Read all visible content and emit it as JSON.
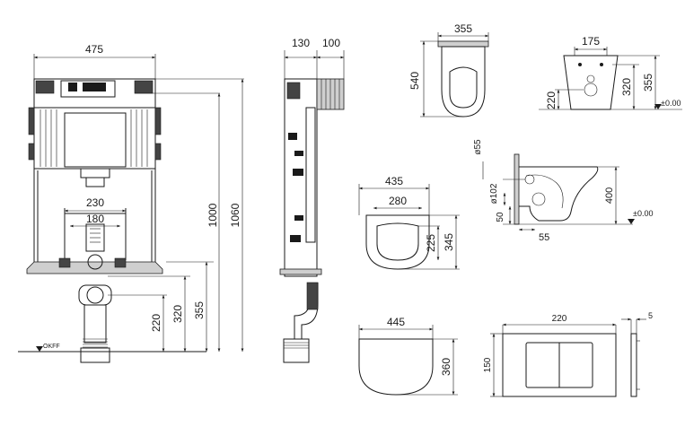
{
  "dims": {
    "frame_width": "475",
    "frame_height_1000": "1000",
    "frame_height_1060": "1060",
    "spacing_230": "230",
    "spacing_180": "180",
    "height_220": "220",
    "height_320": "320",
    "height_355": "355",
    "floor_label": "OKFF",
    "side_depth_130": "130",
    "side_depth_100": "100",
    "wc_top_width": "355",
    "wc_top_length": "540",
    "wc_front_width": "175",
    "wc_front_220": "220",
    "wc_front_320": "320",
    "wc_front_355": "355",
    "level_zero": "±0.00",
    "wc_side_55_top": "ø55",
    "wc_side_102": "ø102",
    "wc_side_50": "50",
    "wc_side_55": "55",
    "wc_side_400": "400",
    "wc_side_level": "±0.00",
    "seat1_435": "435",
    "seat1_280": "280",
    "seat1_225": "225",
    "seat1_345": "345",
    "seat2_445": "445",
    "seat2_360": "360",
    "plate_220": "220",
    "plate_150": "150",
    "plate_depth_5": "5"
  }
}
